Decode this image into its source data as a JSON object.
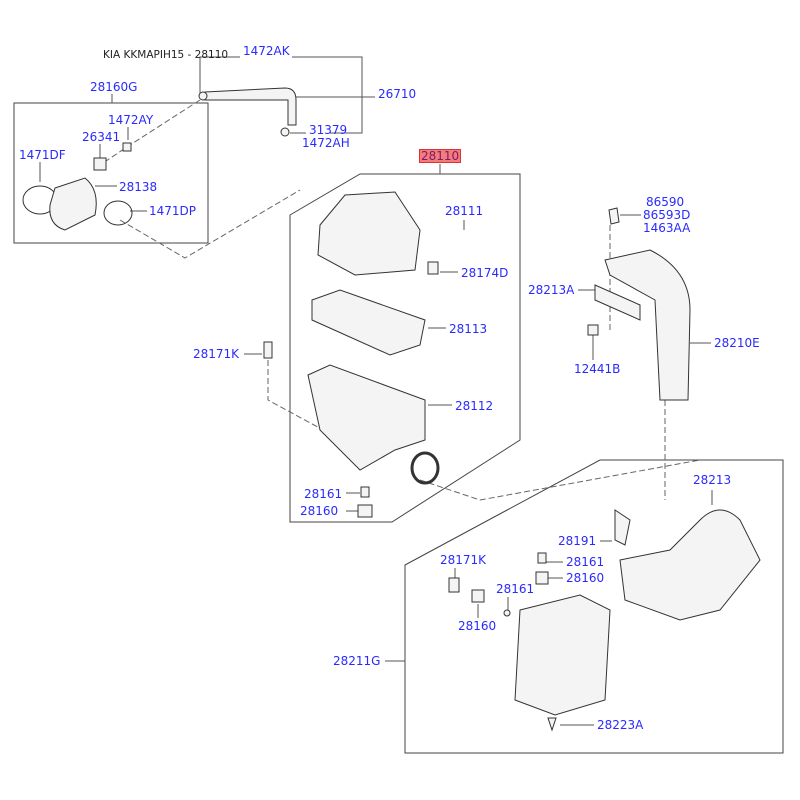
{
  "title": "KIA KKMAPIH15 - 28110",
  "highlight_color": "#f57a7a",
  "label_color": "#2a2aff",
  "labels": {
    "p1472AK": "1472AK",
    "p26710": "26710",
    "p28160G": "28160G",
    "p1472AY": "1472AY",
    "p26341": "26341",
    "p1471DF": "1471DF",
    "p28138": "28138",
    "p1471DP": "1471DP",
    "p31379": "31379",
    "p1472AH": "1472AH",
    "p28110": "28110",
    "p28111": "28111",
    "p28174D": "28174D",
    "p28113": "28113",
    "p28171K_a": "28171K",
    "p28112": "28112",
    "p28161_a": "28161",
    "p28160_a": "28160",
    "p86590": "86590",
    "p86593D": "86593D",
    "p1463AA": "1463AA",
    "p28213A": "28213A",
    "p28210E": "28210E",
    "p12441B": "12441B",
    "p28213": "28213",
    "p28191": "28191",
    "p28171K_b": "28171K",
    "p28161_b": "28161",
    "p28160_b": "28160",
    "p28161_c": "28161",
    "p28160_c": "28160",
    "p28211G": "28211G",
    "p28223A": "28223A"
  }
}
